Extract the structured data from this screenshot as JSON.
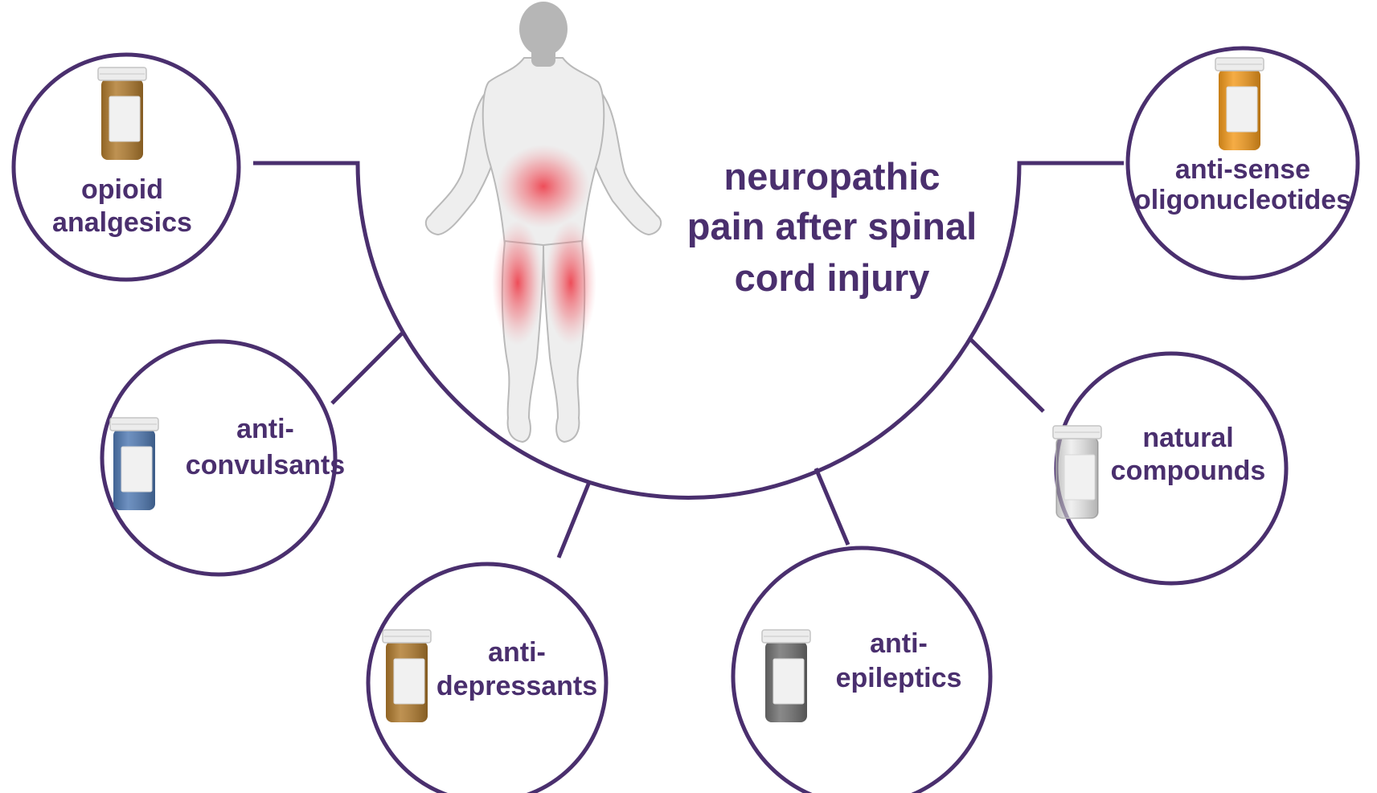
{
  "title": {
    "line1": "neuropathic",
    "line2": "pain after spinal",
    "line3": "cord injury"
  },
  "colors": {
    "accent": "#4a2f6e",
    "pain": "#ee3b48",
    "body_fill": "#eeeeee",
    "body_stroke": "#b9b9b9",
    "head_fill": "#b6b6b6"
  },
  "nodes": [
    {
      "id": "opioid",
      "icon": "amber-pill-bottle-icon",
      "line1": "opioid",
      "line2": "analgesics",
      "bottle_color": "#b07a2c"
    },
    {
      "id": "anticonvulsants",
      "icon": "blue-pill-bottle-icon",
      "line1": "anti-",
      "line2": "convulsants",
      "bottle_color": "#4f79b3"
    },
    {
      "id": "antidepressants",
      "icon": "amber-pill-bottle-icon",
      "line1": "anti-",
      "line2": "depressants",
      "bottle_color": "#b07a2c"
    },
    {
      "id": "antiepileptics",
      "icon": "gray-pill-bottle-icon",
      "line1": "anti-",
      "line2": "epileptics",
      "bottle_color": "#6f6f6f"
    },
    {
      "id": "natural",
      "icon": "clear-pill-bottle-icon",
      "line1": "natural",
      "line2": "compounds",
      "bottle_color": "#dcdcdc"
    },
    {
      "id": "antisense",
      "icon": "orange-pill-bottle-icon",
      "line1": "anti-sense",
      "line2": "oligonucleotides",
      "bottle_color": "#f39a1c"
    }
  ]
}
